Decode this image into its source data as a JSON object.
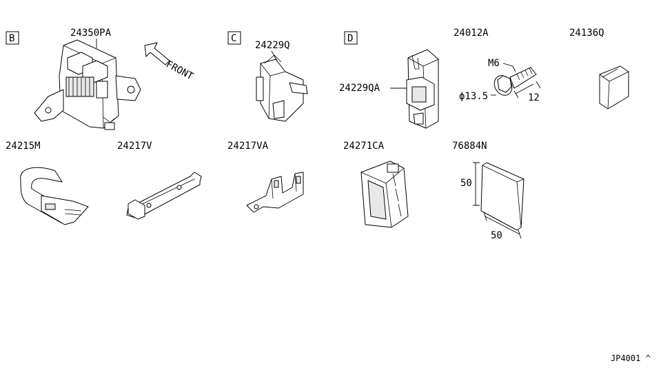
{
  "sections": {
    "b": "B",
    "c": "C",
    "d": "D"
  },
  "parts": {
    "p24350PA": "24350PA",
    "p24229Q": "24229Q",
    "p24229QA": "24229QA",
    "p24012A": "24012A",
    "p24136Q": "24136Q",
    "p24215M": "24215M",
    "p24217V": "24217V",
    "p24217VA": "24217VA",
    "p24271CA": "24271CA",
    "p76884N": "76884N"
  },
  "annotations": {
    "front": "FRONT",
    "bolt_size": "M6",
    "bolt_diameter": "ϕ13.5",
    "bolt_length": "12",
    "pad_height": "50",
    "pad_width": "50"
  },
  "footer": {
    "ref_code": "JP4001 ^"
  }
}
